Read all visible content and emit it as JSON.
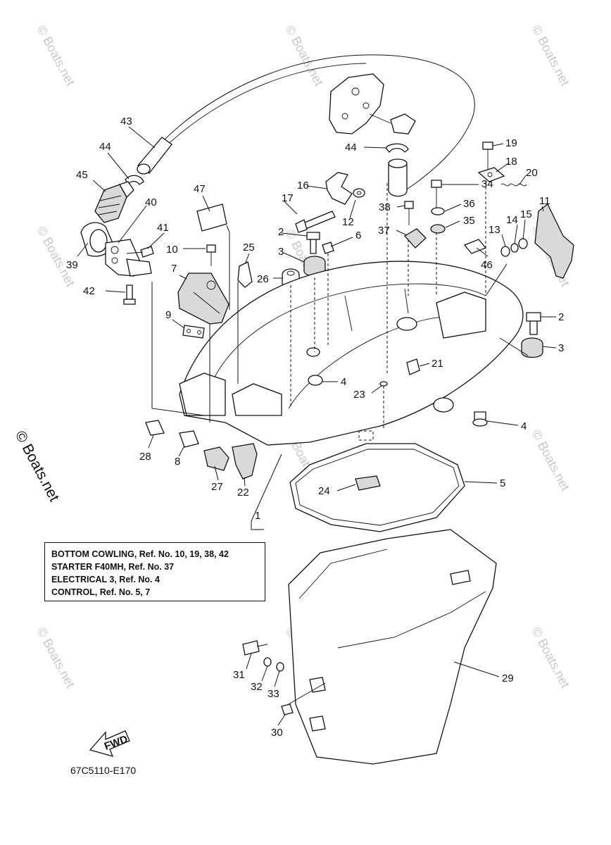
{
  "diagram": {
    "callouts": [
      {
        "id": "c43",
        "text": "43"
      },
      {
        "id": "c44a",
        "text": "44"
      },
      {
        "id": "c44b",
        "text": "44"
      },
      {
        "id": "c45",
        "text": "45"
      },
      {
        "id": "c39",
        "text": "39"
      },
      {
        "id": "c40",
        "text": "40"
      },
      {
        "id": "c41",
        "text": "41"
      },
      {
        "id": "c42",
        "text": "42"
      },
      {
        "id": "c47",
        "text": "47"
      },
      {
        "id": "c10",
        "text": "10"
      },
      {
        "id": "c7",
        "text": "7"
      },
      {
        "id": "c9",
        "text": "9"
      },
      {
        "id": "c25",
        "text": "25"
      },
      {
        "id": "c26",
        "text": "26"
      },
      {
        "id": "c16",
        "text": "16"
      },
      {
        "id": "c17",
        "text": "17"
      },
      {
        "id": "c12",
        "text": "12"
      },
      {
        "id": "c2a",
        "text": "2"
      },
      {
        "id": "c6",
        "text": "6"
      },
      {
        "id": "c3a",
        "text": "3"
      },
      {
        "id": "c19",
        "text": "19"
      },
      {
        "id": "c18",
        "text": "18"
      },
      {
        "id": "c20",
        "text": "20"
      },
      {
        "id": "c34",
        "text": "34"
      },
      {
        "id": "c38",
        "text": "38"
      },
      {
        "id": "c36",
        "text": "36"
      },
      {
        "id": "c37",
        "text": "37"
      },
      {
        "id": "c35",
        "text": "35"
      },
      {
        "id": "c11",
        "text": "11"
      },
      {
        "id": "c15",
        "text": "15"
      },
      {
        "id": "c14",
        "text": "14"
      },
      {
        "id": "c13",
        "text": "13"
      },
      {
        "id": "c46",
        "text": "46"
      },
      {
        "id": "c2b",
        "text": "2"
      },
      {
        "id": "c3b",
        "text": "3"
      },
      {
        "id": "c21",
        "text": "21"
      },
      {
        "id": "c4a",
        "text": "4"
      },
      {
        "id": "c23",
        "text": "23"
      },
      {
        "id": "c4b",
        "text": "4"
      },
      {
        "id": "c5",
        "text": "5"
      },
      {
        "id": "c24",
        "text": "24"
      },
      {
        "id": "c28",
        "text": "28"
      },
      {
        "id": "c8",
        "text": "8"
      },
      {
        "id": "c27",
        "text": "27"
      },
      {
        "id": "c22",
        "text": "22"
      },
      {
        "id": "c1",
        "text": "1"
      },
      {
        "id": "c29",
        "text": "29"
      },
      {
        "id": "c31",
        "text": "31"
      },
      {
        "id": "c32",
        "text": "32"
      },
      {
        "id": "c33",
        "text": "33"
      },
      {
        "id": "c30",
        "text": "30"
      }
    ],
    "note_lines": [
      "BOTTOM COWLING,  Ref. No. 10, 19, 38, 42",
      "STARTER F40MH,   Ref. No. 37",
      "ELECTRICAL 3,  Ref. No. 4",
      "CONTROL,  Ref. No. 5, 7"
    ],
    "fwd_label": "FWD",
    "drawing_code": "67C5110-E170",
    "copyright": "© Boats.net",
    "watermark": "© Boats.net"
  }
}
